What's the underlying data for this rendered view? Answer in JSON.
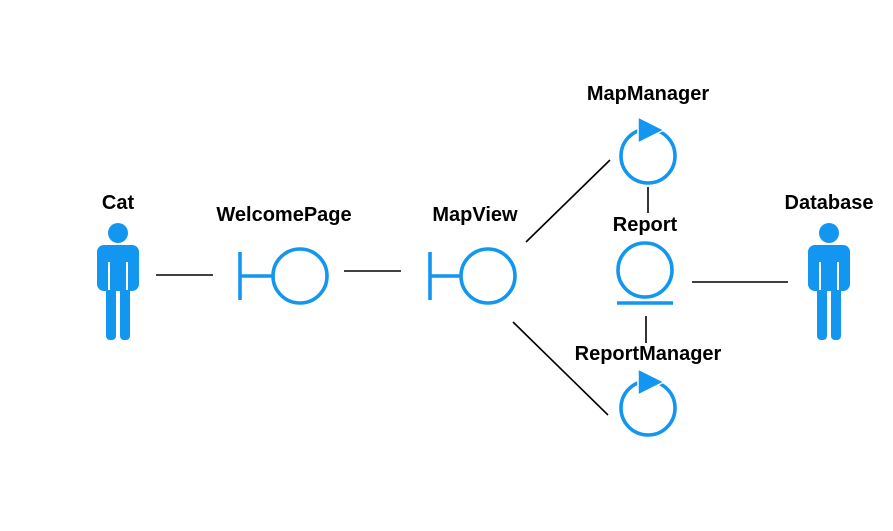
{
  "diagram": {
    "accent_color": "#1296F0",
    "nodes": {
      "cat": {
        "label": "Cat",
        "kind": "actor",
        "icon": "actor-icon"
      },
      "welcome_page": {
        "label": "WelcomePage",
        "kind": "boundary",
        "icon": "boundary-icon"
      },
      "map_view": {
        "label": "MapView",
        "kind": "boundary",
        "icon": "boundary-icon"
      },
      "map_manager": {
        "label": "MapManager",
        "kind": "control",
        "icon": "control-icon"
      },
      "report": {
        "label": "Report",
        "kind": "entity",
        "icon": "entity-icon"
      },
      "report_manager": {
        "label": "ReportManager",
        "kind": "control",
        "icon": "control-icon"
      },
      "database": {
        "label": "Database",
        "kind": "actor",
        "icon": "actor-icon"
      }
    },
    "connections": [
      {
        "from": "Cat",
        "to": "WelcomePage"
      },
      {
        "from": "WelcomePage",
        "to": "MapView"
      },
      {
        "from": "MapView",
        "to": "MapManager"
      },
      {
        "from": "MapView",
        "to": "ReportManager"
      },
      {
        "from": "MapManager",
        "to": "Report"
      },
      {
        "from": "ReportManager",
        "to": "Report"
      },
      {
        "from": "Report",
        "to": "Database"
      }
    ]
  }
}
